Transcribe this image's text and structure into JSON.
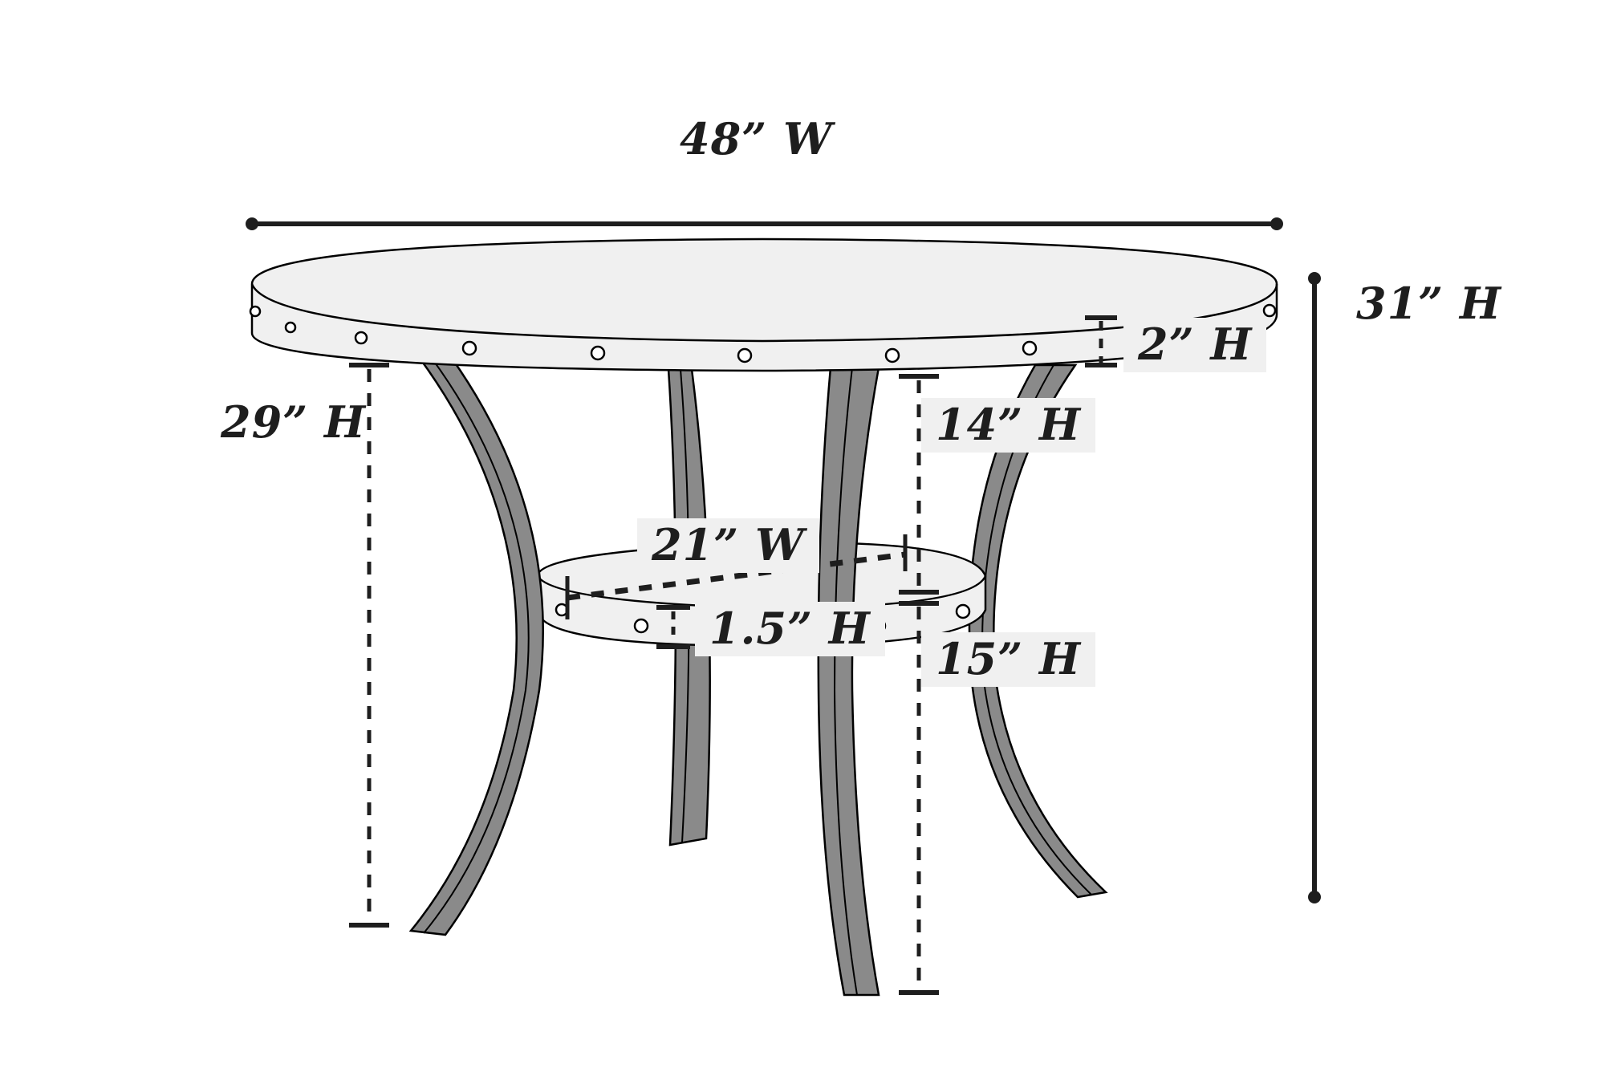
{
  "diagram": {
    "type": "product-dimension-drawing",
    "subject": "Round dining table with lower shelf",
    "colors": {
      "background": "#ffffff",
      "surface_fill": "#f0f0f0",
      "leg_fill": "#8a8a8a",
      "outline": "#000000",
      "dimension_line": "#1e1e1e",
      "label_box": "#f0f0f0"
    },
    "dimensions": {
      "overall_width": "48” W",
      "overall_height": "31” H",
      "top_thickness": "2” H",
      "clearance_height": "29” H",
      "shelf_to_top": "14” H",
      "shelf_width": "21” W",
      "shelf_thickness": "1.5” H",
      "shelf_height": "15” H"
    }
  }
}
